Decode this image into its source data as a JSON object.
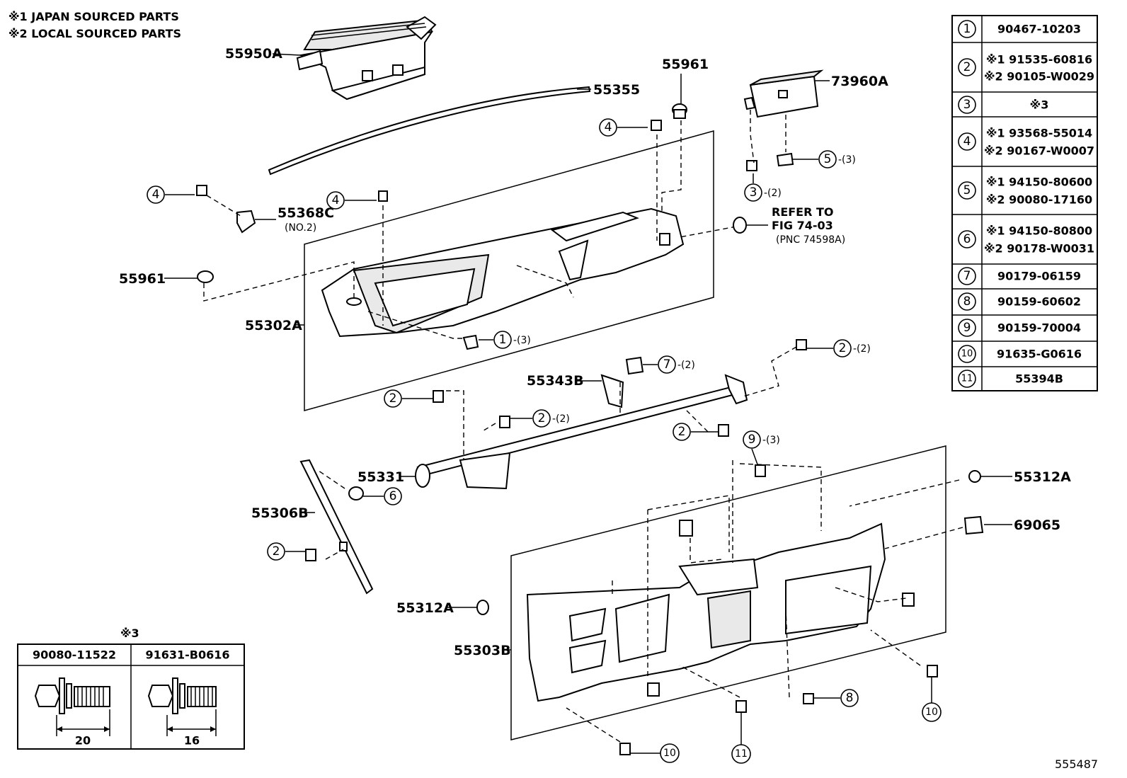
{
  "notes": {
    "note1": "※1 JAPAN SOURCED PARTS",
    "note2": "※2 LOCAL SOURCED PARTS"
  },
  "figure_number": "555487",
  "refer": {
    "line1": "REFER TO",
    "line2": "FIG 74-03",
    "line3": "(PNC 74598A)"
  },
  "part_labels": {
    "p55950A": "55950A",
    "p55355": "55355",
    "p55961_top": "55961",
    "p73960A": "73960A",
    "p55368C": "55368C",
    "p55368C_sub": "(NO.2)",
    "p55961_left": "55961",
    "p55302A": "55302A",
    "p55343B": "55343B",
    "p55331": "55331",
    "p55306B": "55306B",
    "p55312A_right": "55312A",
    "p69065": "69065",
    "p55312A_left": "55312A",
    "p55303B": "55303B"
  },
  "callouts": {
    "c1": "1",
    "c2": "2",
    "c3": "3",
    "c4": "4",
    "c5": "5",
    "c6": "6",
    "c7": "7",
    "c8": "8",
    "c9": "9",
    "c10": "10",
    "c11": "11",
    "qty3": "-(3)",
    "qty2": "-(2)"
  },
  "parts_table": {
    "rows": [
      {
        "key": "1",
        "entries": [
          "90467-10203"
        ]
      },
      {
        "key": "2",
        "entries": [
          "※1 91535-60816",
          "※2 90105-W0029"
        ]
      },
      {
        "key": "3",
        "entries": [
          "※3"
        ]
      },
      {
        "key": "4",
        "entries": [
          "※1 93568-55014",
          "※2 90167-W0007"
        ]
      },
      {
        "key": "5",
        "entries": [
          "※1 94150-80600",
          "※2 90080-17160"
        ]
      },
      {
        "key": "6",
        "entries": [
          "※1 94150-80800",
          "※2 90178-W0031"
        ]
      },
      {
        "key": "7",
        "entries": [
          "90179-06159"
        ]
      },
      {
        "key": "8",
        "entries": [
          "90159-60602"
        ]
      },
      {
        "key": "9",
        "entries": [
          "90159-70004"
        ]
      },
      {
        "key": "10",
        "entries": [
          "91635-G0616"
        ]
      },
      {
        "key": "11",
        "entries": [
          "55394B"
        ]
      }
    ]
  },
  "bolt_table": {
    "title": "※3",
    "col1_header": "90080-11522",
    "col2_header": "91631-B0616",
    "col1_length": "20",
    "col2_length": "16"
  }
}
